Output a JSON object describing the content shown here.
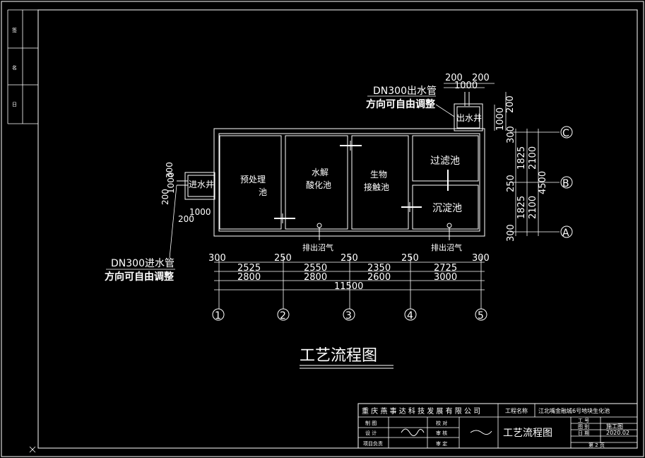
{
  "title": "工艺流程图",
  "rooms": {
    "pretreat": [
      "预处理",
      "池"
    ],
    "hydrolysis": [
      "水解",
      "酸化池"
    ],
    "bio": [
      "生物",
      "接触池"
    ],
    "filter": "过滤池",
    "settle": "沉淀池",
    "outlet_well": "出水井",
    "inlet_well": "进水井"
  },
  "biogas": [
    "排出沼气",
    "排出沼气"
  ],
  "outlet_pipe": [
    "DN300出水管",
    "方向可自由调整"
  ],
  "inlet_pipe": [
    "DN300进水管",
    "方向可自由调整"
  ],
  "dims": {
    "top_200a": "200",
    "top_200b": "200",
    "top_1000": "1000",
    "outlet_200": "200",
    "outlet_1000": "1000",
    "inlet_300": "300",
    "inlet_1000": "1000",
    "inlet_200v": "200",
    "inlet_1000b": "1000",
    "inlet_200b": "200",
    "row1": [
      "300",
      "250",
      "250",
      "250",
      "300"
    ],
    "row2": [
      "2525",
      "2550",
      "2350",
      "2725"
    ],
    "row3": [
      "2800",
      "2800",
      "2600",
      "3000"
    ],
    "total": "11500",
    "right_a": [
      "300",
      "1825",
      "250",
      "1825",
      "300"
    ],
    "right_b": [
      "2100",
      "2100"
    ],
    "right_total": "4500"
  },
  "axes_x": [
    "1",
    "2",
    "3",
    "4",
    "5"
  ],
  "axes_y": [
    "C",
    "B",
    "A"
  ],
  "titleblock": {
    "company": "重 庆 燕 事 达 科 技 发 展 有 限 公 司",
    "proj_label": "工程名称",
    "proj_name": "江北嘴金融城6号地块生化池",
    "row_labels": [
      "制 图",
      "设 计",
      "项目负责"
    ],
    "mid_labels": [
      "校 对",
      "审 核",
      "审 定"
    ],
    "drawing_name": "工艺流程图",
    "right_labels": [
      "工 号",
      "图 别",
      "日 期"
    ],
    "right_values": [
      "",
      "施工图",
      "2020.02"
    ],
    "page": "第 2 页"
  },
  "left_strip_labels": [
    "签",
    "名",
    "日"
  ]
}
